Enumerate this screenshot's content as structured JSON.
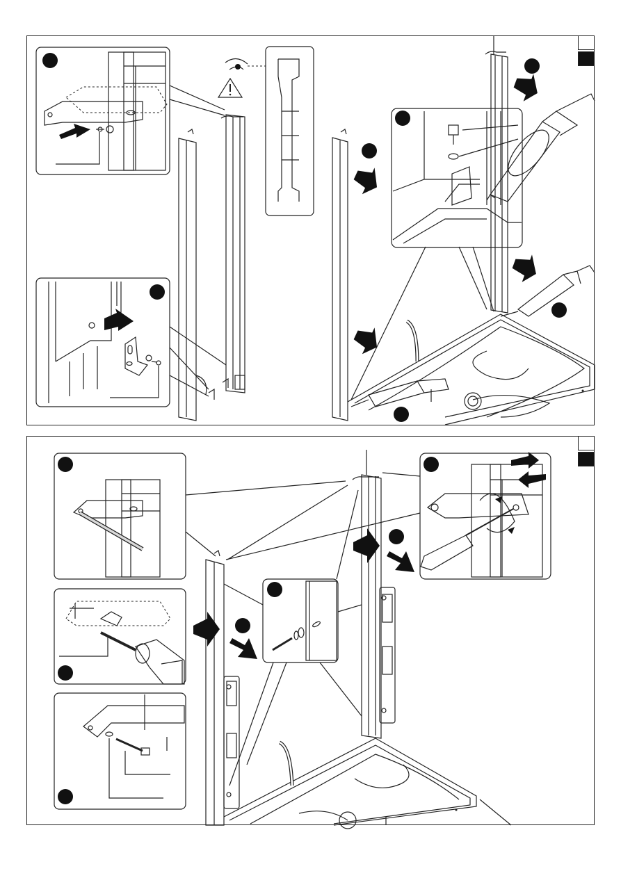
{
  "page": {
    "title": "",
    "colors": {
      "ink": "#222222",
      "panel_fill": "#ffffff",
      "profile_fill": "#d9d9d9",
      "arrow_fill": "#111111",
      "marker_fill": "#111111"
    }
  },
  "panels": [
    {
      "id": "upper",
      "steps": [
        "step-marker",
        "step-marker",
        "step-marker",
        "step-marker",
        "step-marker",
        "step-marker"
      ],
      "icons": [
        "eye-icon",
        "warning-triangle-icon",
        "arrow-icon"
      ]
    },
    {
      "id": "lower",
      "steps": [
        "step-marker",
        "step-marker",
        "step-marker",
        "step-marker",
        "step-marker",
        "step-marker",
        "step-marker"
      ],
      "icons": [
        "drill-icon",
        "screwdriver-icon",
        "arrow-icon"
      ]
    }
  ]
}
